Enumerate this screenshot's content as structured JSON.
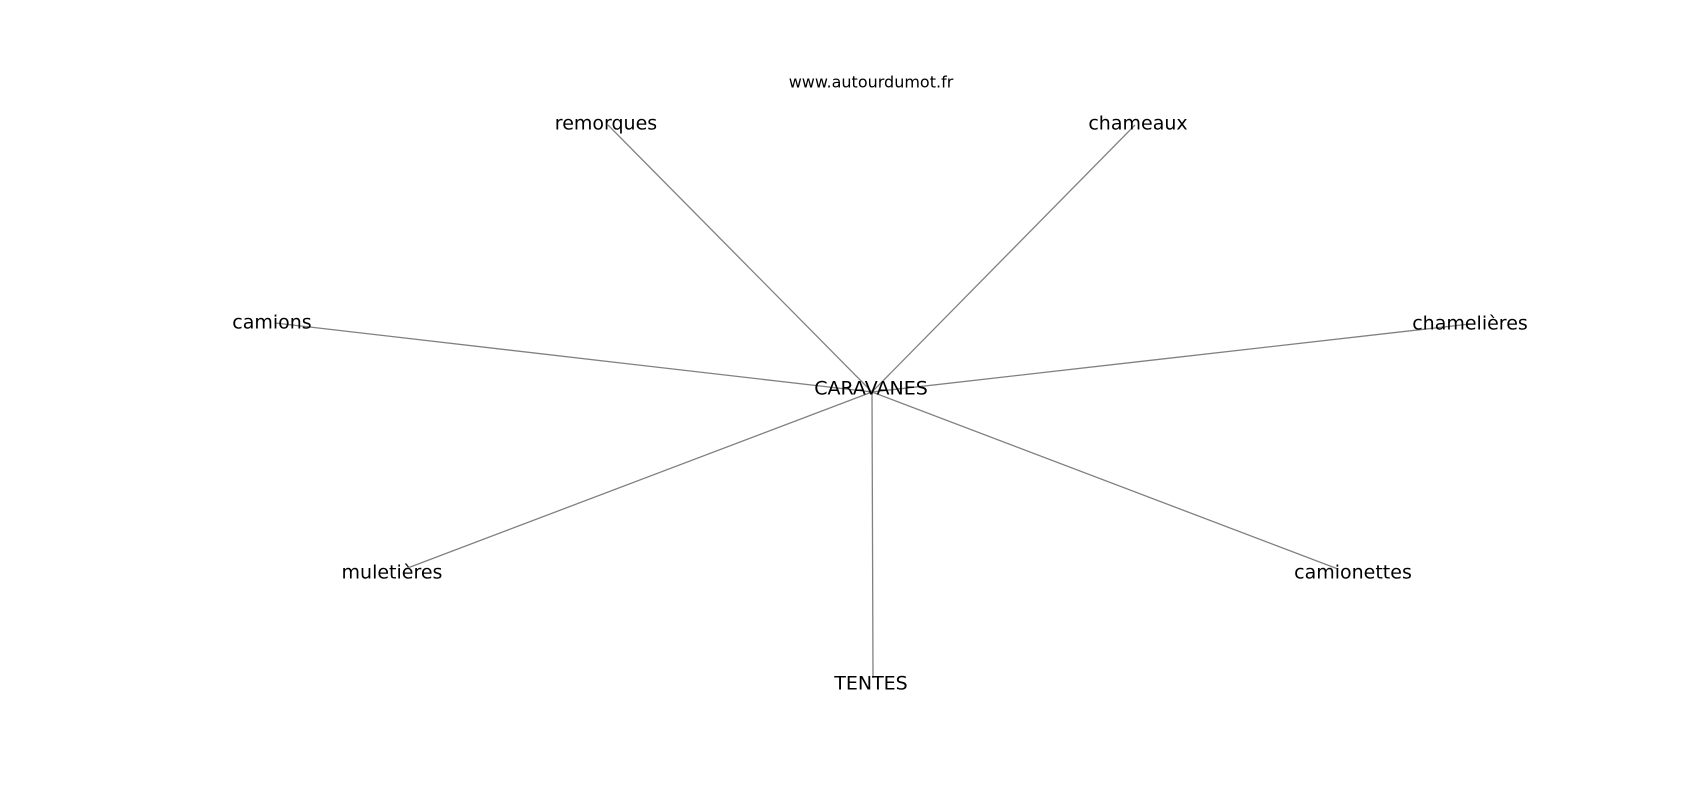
{
  "watermark": "www.autourdumot.fr",
  "center": {
    "label": "CARAVANES"
  },
  "nodes": [
    {
      "id": "remorques",
      "label": "remorques"
    },
    {
      "id": "chameaux",
      "label": "chameaux"
    },
    {
      "id": "camions",
      "label": "camions"
    },
    {
      "id": "chamelieres",
      "label": "chamelières"
    },
    {
      "id": "muletieres",
      "label": "muletières"
    },
    {
      "id": "camionettes",
      "label": "camionettes"
    },
    {
      "id": "tentes",
      "label": "TENTES"
    }
  ],
  "colors": {
    "edge": "#808080",
    "text": "#000000",
    "background": "#ffffff"
  }
}
